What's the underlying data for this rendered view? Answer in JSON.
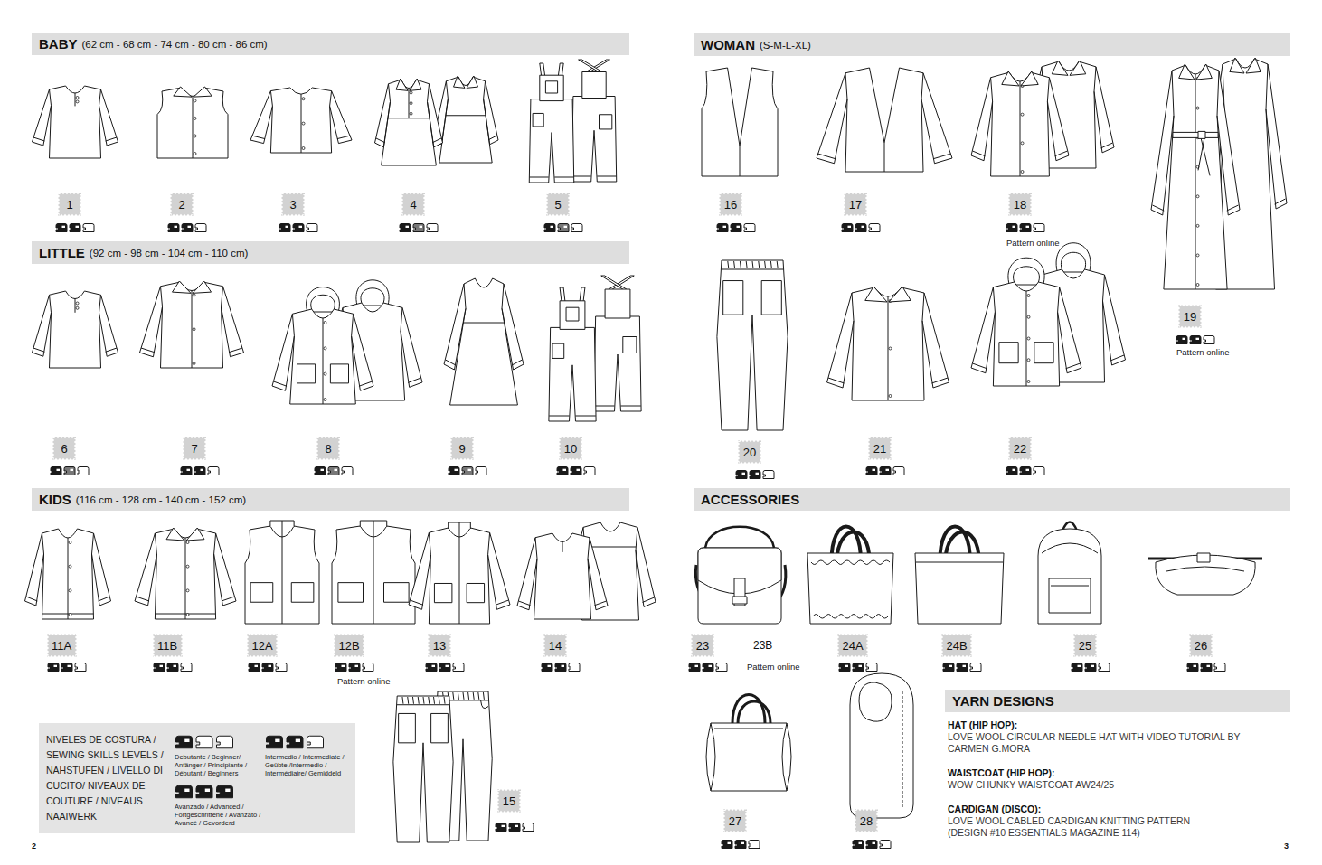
{
  "diagram": {
    "nodes": [
      {
        "text": [
          "BABY",
          "(62 cm - 68 cm - 74 cm - 80 cm - 86 cm)"
        ]
      },
      {
        "text": [
          "1"
        ]
      },
      {
        "text": [
          "2"
        ]
      },
      {
        "text": [
          "3"
        ]
      },
      {
        "text": [
          "4"
        ]
      },
      {
        "text": [
          "5"
        ]
      },
      {
        "text": [
          "LITTLE",
          "(92 cm - 98 cm - 104 cm - 110 cm)"
        ]
      },
      {
        "text": [
          "6"
        ]
      },
      {
        "text": [
          "7"
        ]
      },
      {
        "text": [
          "8"
        ]
      },
      {
        "text": [
          "9"
        ]
      },
      {
        "text": [
          "10"
        ]
      },
      {
        "text": [
          "KIDS",
          "(116 cm - 128 cm - 140 cm - 152 cm)"
        ]
      },
      {
        "text": [
          "11A"
        ]
      },
      {
        "text": [
          "11B"
        ]
      },
      {
        "text": [
          "12A"
        ]
      },
      {
        "text": [
          "12B"
        ]
      },
      {
        "text": [
          "13"
        ]
      },
      {
        "text": [
          "14"
        ]
      },
      {
        "text": [
          "15"
        ]
      },
      {
        "text": [
          "NIVELES DE COSTURA / SEWING SKILLS LEVELS / NÄHSTUFEN / LIVELLO DI CUCITO/ NIVEAUX DE COUTURE / NIVEAUS NAAIWERK"
        ]
      },
      {
        "text": [
          "WOMAN",
          "(S-M-L-XL)"
        ]
      },
      {
        "text": [
          "16"
        ]
      },
      {
        "text": [
          "17"
        ]
      },
      {
        "text": [
          "18"
        ]
      },
      {
        "text": [
          "19"
        ]
      },
      {
        "text": [
          "20"
        ]
      },
      {
        "text": [
          "21"
        ]
      },
      {
        "text": [
          "22"
        ]
      },
      {
        "text": [
          "ACCESSORIES"
        ]
      },
      {
        "text": [
          "23"
        ]
      },
      {
        "text": [
          "24A"
        ]
      },
      {
        "text": [
          "24B"
        ]
      },
      {
        "text": [
          "25"
        ]
      },
      {
        "text": [
          "26"
        ]
      },
      {
        "text": [
          "27"
        ]
      },
      {
        "text": [
          "28"
        ]
      },
      {
        "text": [
          "YARN DESIGNS"
        ]
      }
    ],
    "labels": [
      "Pattern online",
      "2",
      "Pattern online",
      "Pattern online",
      "23B",
      "Pattern online",
      "HAT (HIP HOP):",
      "LOVE WOOL CIRCULAR NEEDLE HAT WITH VIDEO TUTORIAL BY CARMEN G.MORA",
      "WAISTCOAT (HIP HOP):",
      "WOW CHUNKY WAISTCOAT AW24/25",
      "CARDIGAN (DISCO):",
      "LOVE WOOL CABLED CARDIGAN KNITTING PATTERN (DESIGN #10 ESSENTIALS MAGAZINE 114)",
      "3"
    ],
    "legend": [
      {
        "text": "Debutante / Beginner/ Anfänger / Principiante / Débutant / Beginners"
      },
      {
        "text": "Intermedio / Intermediate / Geübte /Intermedio / Intermédiaire/ Gemiddeld"
      },
      {
        "text": "Avanzado / Advanced / Fortgeschrittene / Avanzato / Avancé / Gevorderd"
      }
    ]
  }
}
